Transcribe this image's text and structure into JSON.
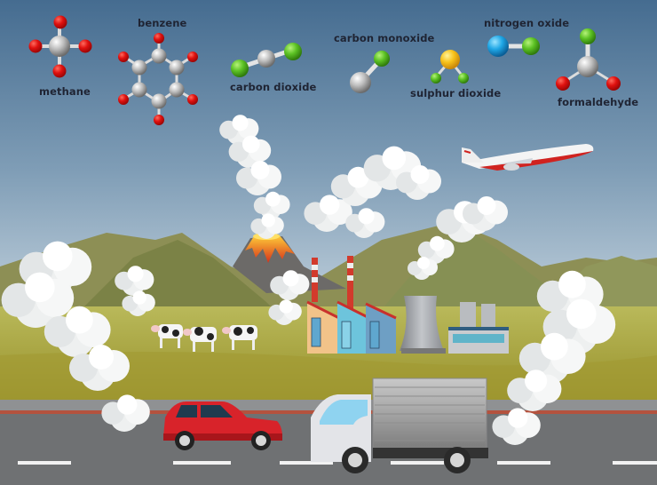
{
  "molecules": [
    {
      "name": "methane",
      "label": "methane",
      "atoms": [
        "carbon",
        "red x4"
      ]
    },
    {
      "name": "benzene",
      "label": "benzene",
      "atoms": [
        "carbon x6",
        "red x6"
      ]
    },
    {
      "name": "carbon-dioxide",
      "label": "carbon dioxide",
      "atoms": [
        "green",
        "carbon",
        "green"
      ]
    },
    {
      "name": "carbon-monoxide",
      "label": "carbon monoxide",
      "atoms": [
        "carbon",
        "green"
      ]
    },
    {
      "name": "sulphur-dioxide",
      "label": "sulphur dioxide",
      "atoms": [
        "yellow",
        "green x2"
      ]
    },
    {
      "name": "nitrogen-oxide",
      "label": "nitrogen oxide",
      "atoms": [
        "blue",
        "green"
      ]
    },
    {
      "name": "formaldehyde",
      "label": "formaldehyde",
      "atoms": [
        "carbon",
        "green",
        "red x2"
      ]
    }
  ],
  "scene": {
    "elements": [
      "airplane",
      "volcano",
      "factory",
      "cooling-tower",
      "power-plant",
      "cows",
      "red-car",
      "delivery-truck",
      "road",
      "smoke",
      "mountains"
    ]
  },
  "colors": {
    "sky_top": "#4a6f93",
    "sky_bottom": "#c9d7e0",
    "oxygen_red": "#e0110f",
    "carbon_grey": "#b5b5b5",
    "green_atom": "#5cc224",
    "blue_atom": "#1fa7e6",
    "sulphur_yellow": "#f7c21b",
    "grass": "#a9a83a",
    "road": "#6f7173",
    "car_red": "#d8232a"
  }
}
